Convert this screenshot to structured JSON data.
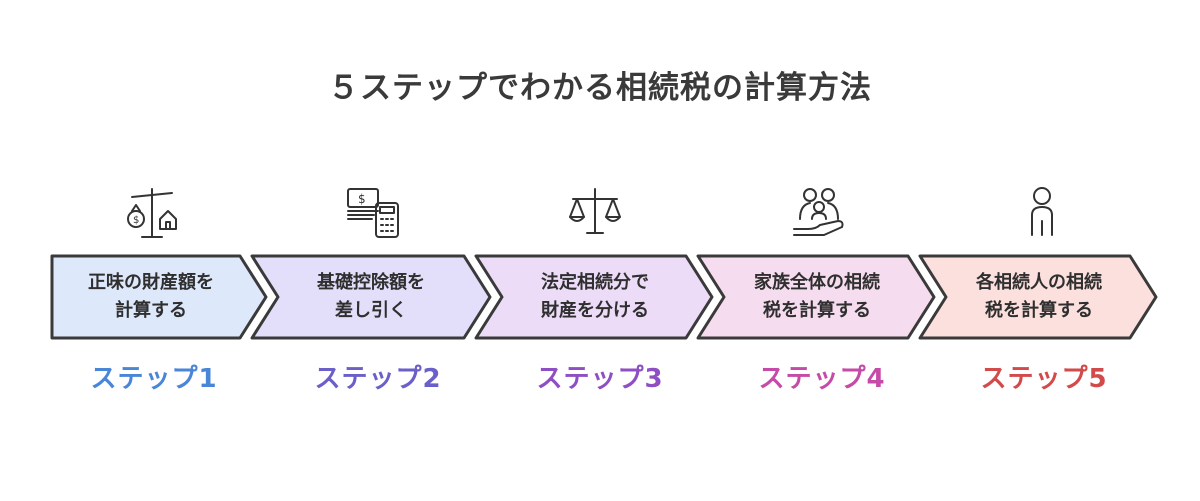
{
  "title": "５ステップでわかる相続税の計算方法",
  "steps": [
    {
      "line1": "正味の財産額を",
      "line2": "計算する",
      "label": "ステップ1",
      "color": "#4a86d8",
      "fill": "#dde8fb",
      "icon": "scale-money-house-icon"
    },
    {
      "line1": "基礎控除額を",
      "line2": "差し引く",
      "label": "ステップ2",
      "color": "#6b5fc9",
      "fill": "#e3defa",
      "icon": "cash-calculator-icon"
    },
    {
      "line1": "法定相続分で",
      "line2": "財産を分ける",
      "label": "ステップ3",
      "color": "#8e4fc4",
      "fill": "#ecdcf7",
      "icon": "balance-scale-icon"
    },
    {
      "line1": "家族全体の相続",
      "line2": "税を計算する",
      "label": "ステップ4",
      "color": "#c64aa8",
      "fill": "#f6dcef",
      "icon": "family-hand-icon"
    },
    {
      "line1": "各相続人の相続",
      "line2": "税を計算する",
      "label": "ステップ5",
      "color": "#d24a4a",
      "fill": "#fbe0de",
      "icon": "person-icon"
    }
  ]
}
